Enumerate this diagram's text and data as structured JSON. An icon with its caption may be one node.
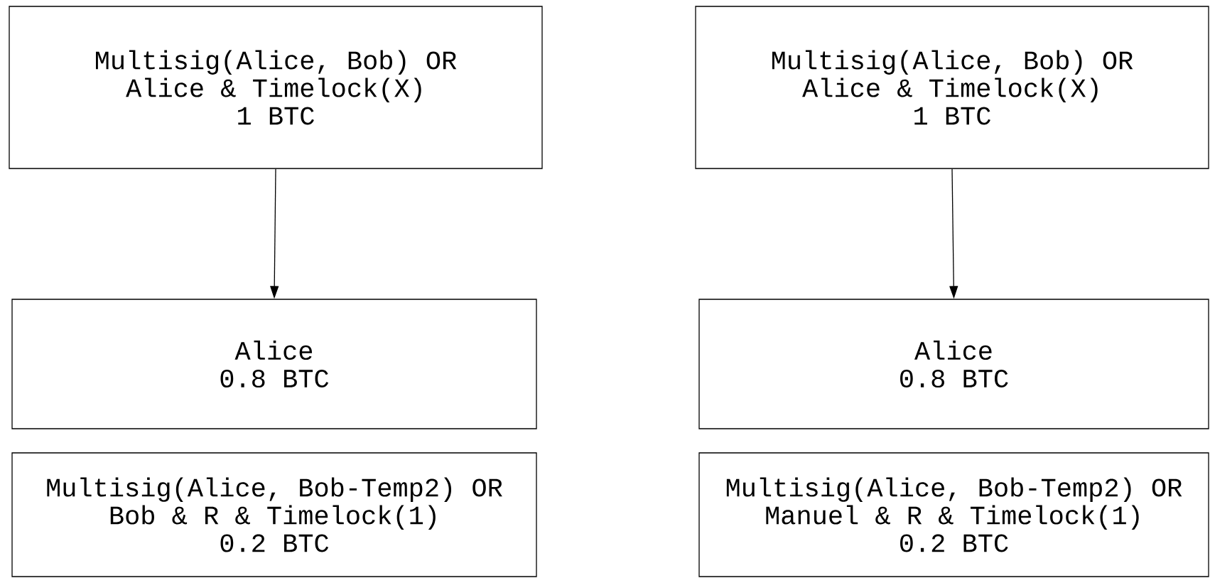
{
  "diagram": {
    "nodes": [
      {
        "text": [
          "Multisig(Alice, Bob) OR Alice & Timelock(X)",
          "1 BTC"
        ]
      },
      {
        "text": [
          "Alice",
          "0.8 BTC"
        ]
      },
      {
        "text": [
          "Multisig(Alice, Bob-Temp2) OR Bob & R & Timelock(1)",
          "0.2 BTC"
        ]
      },
      {
        "text": [
          "Multisig(Alice, Bob) OR Alice & Timelock(X)",
          "1 BTC"
        ]
      },
      {
        "text": [
          "Alice",
          "0.8 BTC"
        ]
      },
      {
        "text": [
          "Multisig(Alice, Bob-Temp2) OR Manuel & R & Timelock(1)",
          "0.2 BTC"
        ]
      }
    ],
    "edges": [
      {
        "from": 0,
        "to": 1,
        "arrow": "to"
      },
      {
        "from": 3,
        "to": 4,
        "arrow": "to"
      }
    ]
  }
}
